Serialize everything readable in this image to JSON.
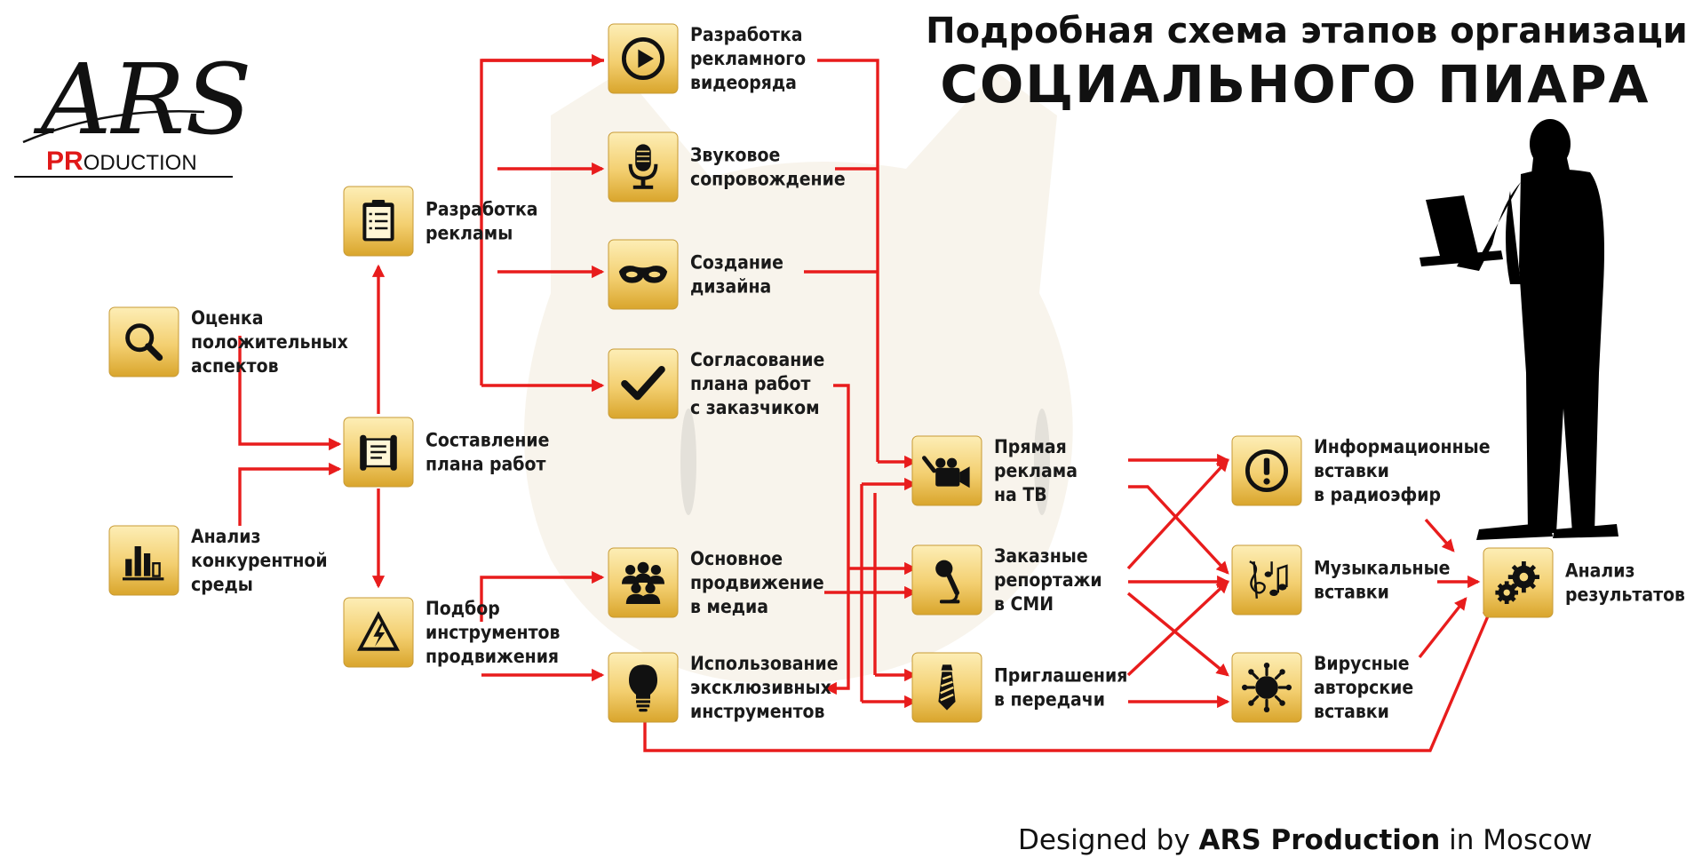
{
  "title": {
    "line1": "Подробная схема этапов организации",
    "line2": "СОЦИАЛЬНОГО ПИАРА"
  },
  "logo": {
    "letters": "ARS",
    "tagline_red": "PR",
    "tagline_rest": "ODUCTION"
  },
  "nodes": {
    "evaluation": {
      "icon": "magnifier-icon",
      "lines": [
        "Оценка",
        "положительных",
        "аспектов"
      ]
    },
    "analysis": {
      "icon": "bar-chart-icon",
      "lines": [
        "Анализ",
        "конкурентной",
        "среды"
      ]
    },
    "plan": {
      "icon": "scroll-icon",
      "lines": [
        "Составление",
        "плана работ"
      ]
    },
    "ad_dev": {
      "icon": "clipboard-icon",
      "lines": [
        "Разработка",
        "рекламы"
      ]
    },
    "tools": {
      "icon": "lightning-icon",
      "lines": [
        "Подбор",
        "инструментов",
        "продвижения"
      ]
    },
    "video": {
      "icon": "play-icon",
      "lines": [
        "Разработка",
        "рекламного",
        "видеоряда"
      ]
    },
    "sound": {
      "icon": "microphone-icon",
      "lines": [
        "Звуковое",
        "сопровождение"
      ]
    },
    "design": {
      "icon": "mask-icon",
      "lines": [
        "Создание",
        "дизайна"
      ]
    },
    "approval": {
      "icon": "checkmark-icon",
      "lines": [
        "Согласование",
        "плана работ",
        "с заказчиком"
      ]
    },
    "media": {
      "icon": "crowd-icon",
      "lines": [
        "Основное",
        "продвижение",
        "в медиа"
      ]
    },
    "exclusive": {
      "icon": "lightbulb-icon",
      "lines": [
        "Использование",
        "эксклюзивных",
        "инструментов"
      ]
    },
    "tv": {
      "icon": "video-camera-icon",
      "lines": [
        "Прямая",
        "реклама",
        "на ТВ"
      ]
    },
    "reports": {
      "icon": "handheld-microphone-icon",
      "lines": [
        "Заказные",
        "репортажи",
        "в СМИ"
      ]
    },
    "invites": {
      "icon": "necktie-icon",
      "lines": [
        "Приглашения",
        "в передачи"
      ]
    },
    "radio": {
      "icon": "exclamation-icon",
      "lines": [
        "Информационные",
        "вставки",
        "в радиоэфир"
      ]
    },
    "music": {
      "icon": "music-notes-icon",
      "lines": [
        "Музыкальные",
        "вставки"
      ]
    },
    "viral": {
      "icon": "virus-icon",
      "lines": [
        "Вирусные",
        "авторские",
        "вставки"
      ]
    },
    "results": {
      "icon": "gears-icon",
      "lines": [
        "Анализ",
        "результатов"
      ]
    }
  },
  "footer": {
    "prefix": "Designed by",
    "brand": "ARS Production",
    "suffix": "in Moscow"
  },
  "colors": {
    "arrow": "#e81c1c",
    "tile_light": "#fbe49a",
    "tile_dark": "#d9a52c",
    "icon": "#111111"
  }
}
